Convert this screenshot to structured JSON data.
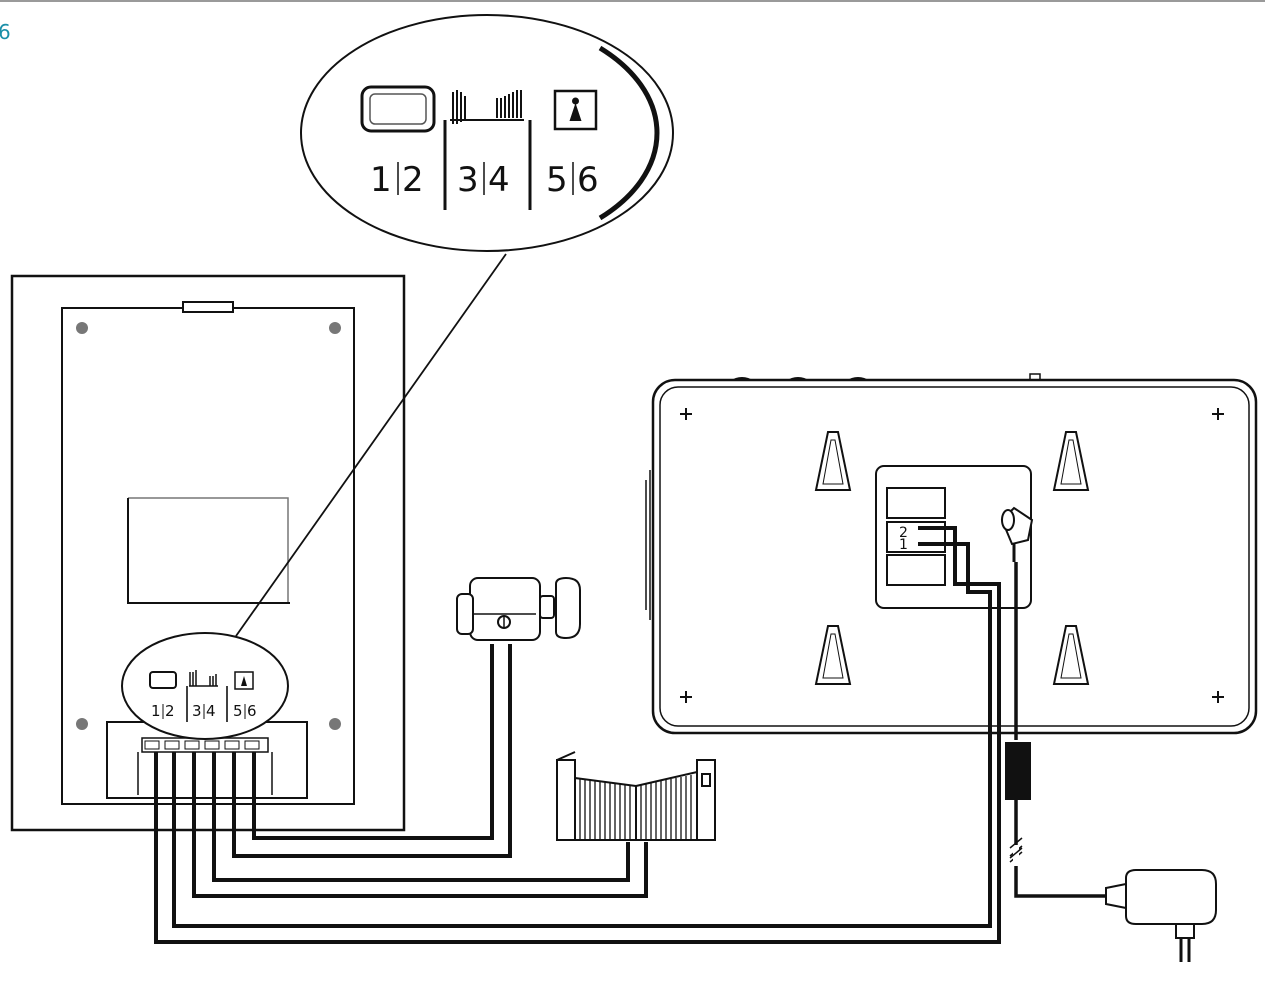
{
  "page": {
    "number": "6",
    "accent_color": "#1a8fa8",
    "rule_color": "#9a9a9a"
  },
  "callout": {
    "icons": [
      "monitor-icon",
      "gate-icon",
      "lock-icon"
    ],
    "terminals": [
      {
        "a": "1",
        "b": "2"
      },
      {
        "a": "3",
        "b": "4"
      },
      {
        "a": "5",
        "b": "6"
      }
    ]
  },
  "outdoor_panel": {
    "icons": [
      "monitor-icon",
      "gate-icon",
      "lock-icon"
    ],
    "terminals": [
      {
        "a": "1",
        "b": "2"
      },
      {
        "a": "3",
        "b": "4"
      },
      {
        "a": "5",
        "b": "6"
      }
    ]
  },
  "indoor_monitor": {
    "port_labels": [
      "2",
      "1"
    ]
  },
  "components": [
    "electric-lock",
    "gate-motor",
    "power-adapter"
  ]
}
